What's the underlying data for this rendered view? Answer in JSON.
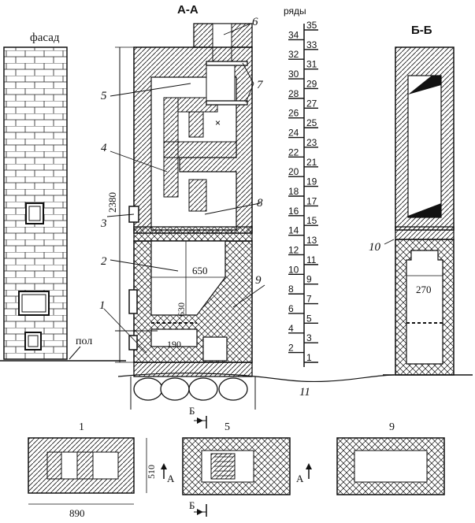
{
  "views": {
    "facade": "фасад",
    "section_aa": "А-А",
    "section_bb": "Б-Б",
    "rows_title": "ряды",
    "floor": "пол"
  },
  "dimensions": {
    "height": "2380",
    "width_inner": "650",
    "height_inner": "630",
    "ash_width": "190",
    "bb_inner": "270",
    "plan_length": "890",
    "plan_width": "510"
  },
  "callouts": [
    "1",
    "2",
    "3",
    "4",
    "5",
    "6",
    "7",
    "8",
    "9",
    "10",
    "11"
  ],
  "rows": {
    "left": [
      "34",
      "32",
      "30",
      "28",
      "26",
      "24",
      "22",
      "20",
      "18",
      "16",
      "14",
      "12",
      "10",
      "8",
      "6",
      "4",
      "2"
    ],
    "right": [
      "35",
      "33",
      "31",
      "29",
      "27",
      "25",
      "23",
      "21",
      "19",
      "17",
      "15",
      "13",
      "11",
      "9",
      "7",
      "5",
      "3",
      "1"
    ]
  },
  "plans": {
    "p1": "1",
    "p5": "5",
    "p9": "9",
    "cut_a": "А",
    "cut_b": "Б"
  }
}
